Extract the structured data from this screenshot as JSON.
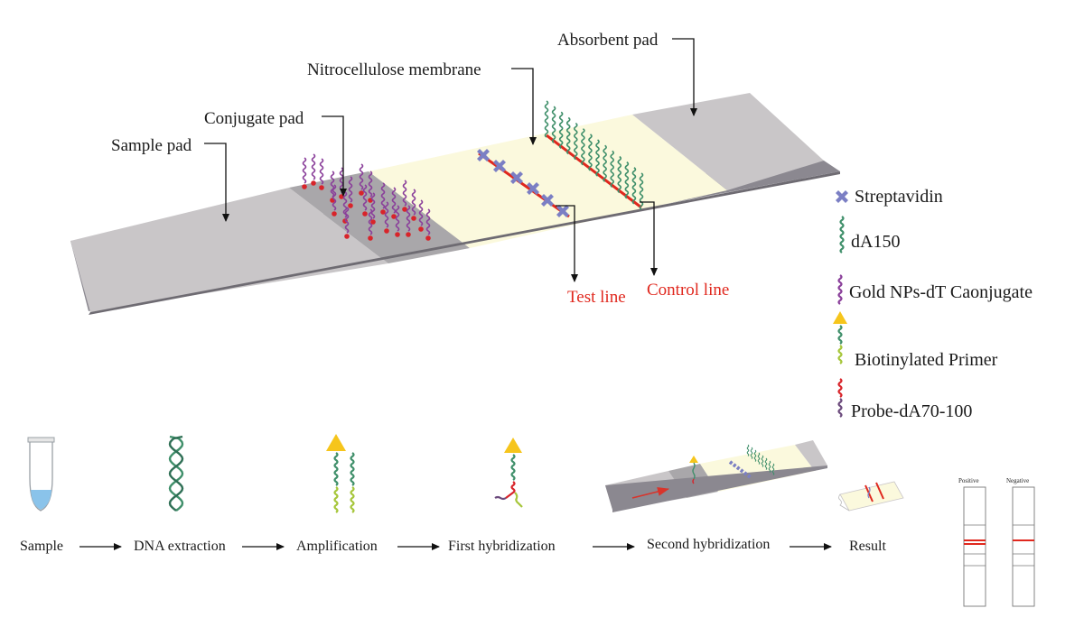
{
  "strip_labels": {
    "sample_pad": "Sample pad",
    "conjugate_pad": "Conjugate pad",
    "nitrocellulose": "Nitrocellulose membrane",
    "absorbent_pad": "Absorbent pad",
    "test_line": "Test line",
    "control_line": "Control line"
  },
  "legend": {
    "streptavidin": "Streptavidin",
    "da150": "dA150",
    "gold": "Gold NPs-dT Caonjugate",
    "primer": "Biotinylated Primer",
    "probe": "Probe-dA70-100"
  },
  "workflow": {
    "sample": "Sample",
    "dna_extraction": "DNA extraction",
    "amplification": "Amplification",
    "first_hybridization": "First hybridization",
    "second_hybridization": "Second hybridization",
    "result": "Result",
    "positive": "Positive",
    "negative": "Negative"
  },
  "colors": {
    "pad_grey": "#c9c6c8",
    "conjugate_grey": "#a9a7aa",
    "membrane_cream": "#fbf9dd",
    "line_red": "#e0281e",
    "streptavidin_blue": "#7b7fc4",
    "da150_green": "#3f8f6a",
    "gold_purple": "#8a3f9a",
    "gold_bead": "#d8242a",
    "primer_yellow": "#f6c51c",
    "primer_lime": "#a6c63a"
  }
}
